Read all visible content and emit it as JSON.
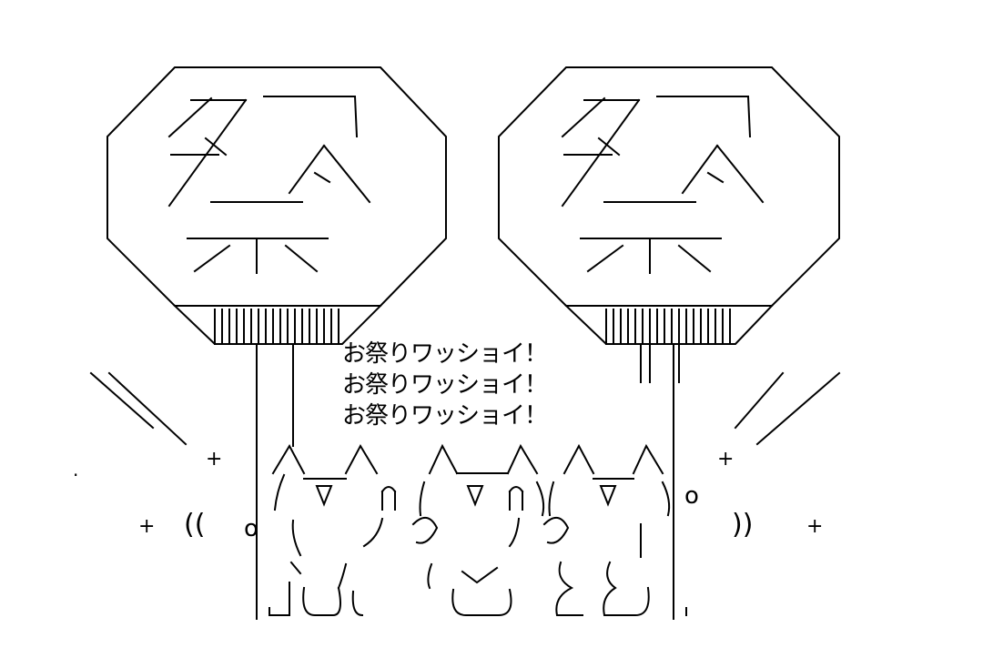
{
  "chant": [
    "お祭りワッショイ！",
    "お祭りワッショイ！",
    "お祭りワッショイ！"
  ],
  "marks": {
    "plus": "+",
    "open_paren": "((",
    "close_paren": "))",
    "circle": "o",
    "dot": "."
  }
}
